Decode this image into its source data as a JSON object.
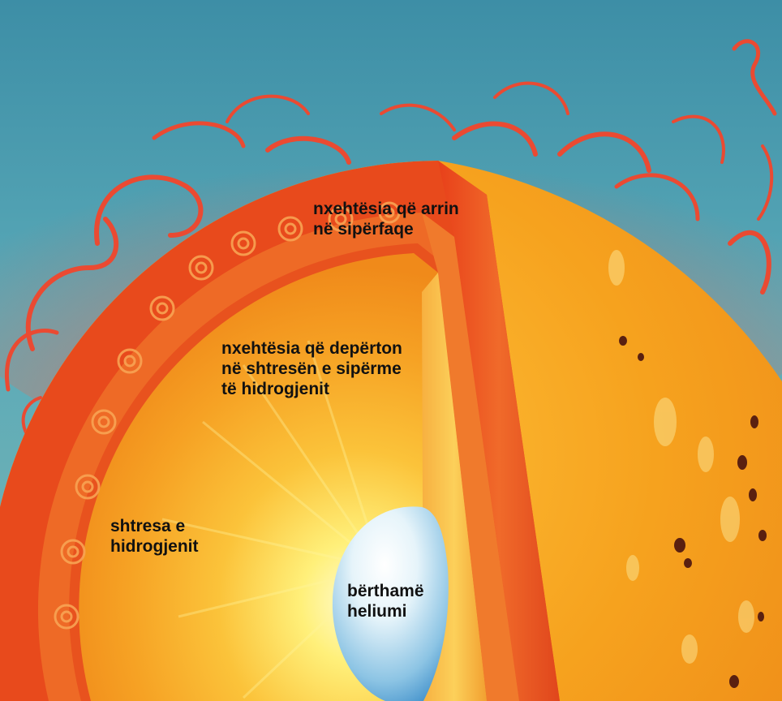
{
  "colors": {
    "sky_top": "#3f93a8",
    "sky_mid": "#5aa9b6",
    "flare": "#ea4a32",
    "outer_shell": "#e84a1c",
    "swirl": "#f07a2c",
    "inner_orange": "#f49a1a",
    "hot_yellow": "#fff27a",
    "core_white": "#eaf6fb",
    "core_blue": "#4d9fd2",
    "surface_orange": "#f6a21e",
    "sunspot": "#5a2010",
    "label_text": "#111111"
  },
  "labels": {
    "surface_heat": [
      "nxehtësia që arrin",
      "në sipërfaqe"
    ],
    "penetrating_heat": [
      "nxehtësia që depërton",
      "në shtresën e sipërme",
      "të hidrogjenit"
    ],
    "hydrogen_layer": [
      "shtresa e",
      "hidrogjenit"
    ],
    "helium_core": [
      "bërthamë",
      "heliumi"
    ]
  }
}
